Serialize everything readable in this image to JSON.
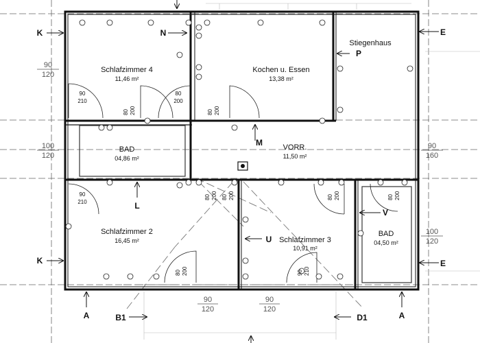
{
  "rooms": [
    {
      "name": "Schlafzimmer 4",
      "area": "11,46 m²"
    },
    {
      "name": "Kochen u. Essen",
      "area": "13,38 m²"
    },
    {
      "name": "Stiegenhaus",
      "area": ""
    },
    {
      "name": "BAD",
      "area": "04,86 m²"
    },
    {
      "name": "VORR.",
      "area": "11,50 m²"
    },
    {
      "name": "Schlafzimmer 2",
      "area": "16,45 m²"
    },
    {
      "name": "Schlafzimmer 3",
      "area": "10,91 m²"
    },
    {
      "name": "BAD",
      "area": "04,50 m²"
    }
  ],
  "windows": [
    {
      "w": "90",
      "h": "120"
    },
    {
      "w": "100",
      "h": "120"
    },
    {
      "w": "90",
      "h": "160"
    },
    {
      "w": "100",
      "h": "120"
    },
    {
      "w": "90",
      "h": "120"
    },
    {
      "w": "90",
      "h": "120"
    }
  ],
  "doors": [
    {
      "w": "90",
      "h": "210"
    },
    {
      "w": "80",
      "h": "200"
    },
    {
      "w": "80",
      "h": "200"
    },
    {
      "w": "80",
      "h": "200"
    },
    {
      "w": "80",
      "h": "200"
    },
    {
      "w": "80",
      "h": "200"
    },
    {
      "w": "80",
      "h": "200"
    },
    {
      "w": "80",
      "h": "200"
    },
    {
      "w": "80",
      "h": "200"
    },
    {
      "w": "90",
      "h": "210"
    },
    {
      "w": "90",
      "h": "210"
    }
  ],
  "sections": [
    "K",
    "N",
    "E",
    "P",
    "M",
    "L",
    "K",
    "U",
    "V",
    "E",
    "A",
    "B1",
    "D1",
    "A"
  ]
}
